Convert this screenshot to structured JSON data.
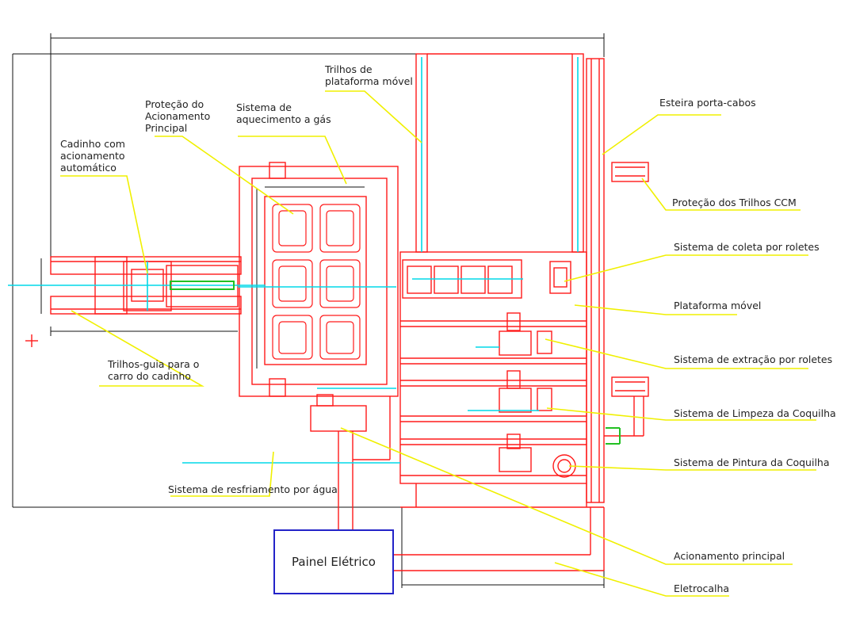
{
  "colors": {
    "structure": "#ff1a1a",
    "water": "#00d8e8",
    "leader": "#f0f000",
    "dimension": "#111111",
    "panel_border": "#2323c8",
    "green": "#22c022"
  },
  "labels": {
    "trilhos_plataforma": "Trilhos de\nplataforma móvel",
    "esteira": "Esteira porta-cabos",
    "protecao_acionamento": "Proteção do\nAcionamento\nPrincipal",
    "aquecimento": "Sistema de\naquecimento a gás",
    "cadinho": "Cadinho com\nacionamento\nautomático",
    "protecao_trilhos": "Proteção dos Trilhos CCM",
    "coleta": "Sistema de coleta por roletes",
    "plataforma": "Plataforma móvel",
    "extracao": "Sistema de extração por roletes",
    "trilhos_guia": "Trilhos-guia para o\ncarro do cadinho",
    "limpeza": "Sistema de Limpeza da Coquilha",
    "pintura": "Sistema de Pintura da Coquilha",
    "resfriamento": "Sistema de resfriamento por água",
    "acionamento": "Acionamento principal",
    "eletrocalha": "Eletrocalha"
  },
  "panel": {
    "label": "Painel Elétrico"
  }
}
